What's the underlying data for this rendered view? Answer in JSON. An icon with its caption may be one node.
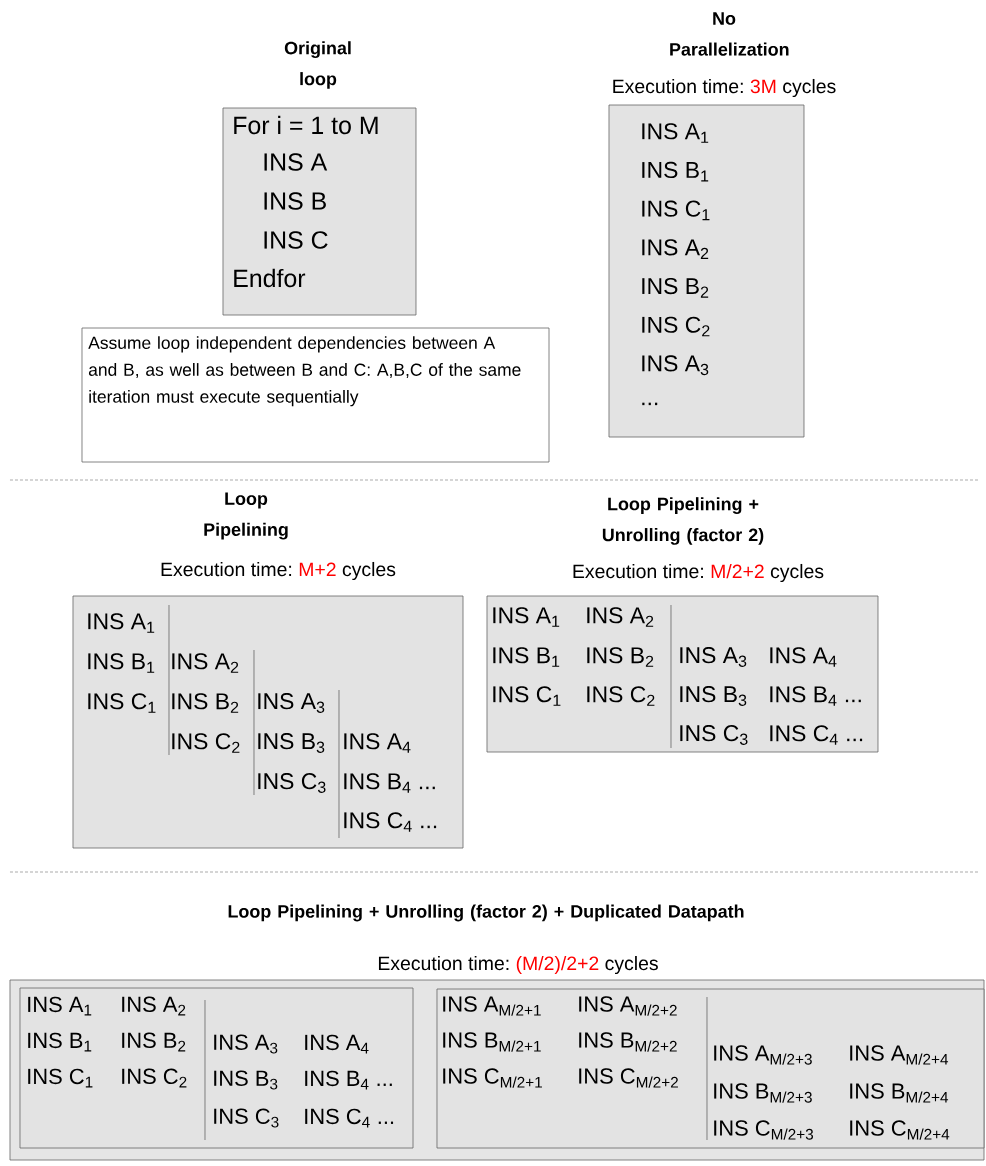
{
  "diagram": {
    "nodes": [
      {
        "text": [
          "Original loop",
          "For i = 1 to M",
          "INS A",
          "INS B",
          "INS C",
          "Endfor"
        ]
      },
      {
        "text": [
          "Assume loop independent dependencies between A and B, as well as between B and C: A,B,C of the same iteration must execute sequentially"
        ]
      },
      {
        "text": [
          "No Parallelization",
          "Execution time:",
          "3M",
          "cycles",
          "INS A$_{1}$",
          "INS B$_{1}$",
          "INS C$_{1}$",
          "INS A$_{2}$",
          "INS B$_{2}$",
          "INS C$_{2}$",
          "INS A$_{3}$",
          "..."
        ]
      },
      {
        "text": [
          "Loop Pipelining",
          "Execution time:",
          "M+2",
          "cycles",
          "INS A$_{1}$",
          "INS B$_{1}$",
          "INS C$_{1}$",
          "INS A$_{2}$",
          "INS B$_{2}$",
          "INS C$_{2}$",
          "INS A$_{3}$",
          "INS B$_{3}$",
          "INS C$_{3}$",
          "INS A$_{4}$",
          "INS B$_{4}$ ...",
          "INS C$_{4}$ ..."
        ]
      },
      {
        "text": [
          "Loop Pipelining + Unrolling (factor 2)",
          "Execution time:",
          "M/2+2",
          "cycles",
          "INS A$_{1}$",
          "INS A$_{2}$",
          "INS B$_{1}$",
          "INS B$_{2}$",
          "INS C$_{1}$",
          "INS C$_{2}$",
          "INS A$_{3}$",
          "INS A$_{4}$",
          "INS B$_{3}$",
          "INS B$_{4}$ ...",
          "INS C$_{3}$",
          "INS C$_{4}$ ..."
        ]
      },
      {
        "text": [
          "Loop Pipelining + Unrolling (factor 2) + Duplicated Datapath",
          "Execution time:",
          "(M/2)/2+2",
          "cycles"
        ]
      },
      {
        "text": [
          "INS A$_{1}$",
          "INS A$_{2}$",
          "INS B$_{1}$",
          "INS B$_{2}$",
          "INS C$_{1}$",
          "INS C$_{2}$",
          "INS A$_{3}$",
          "INS A$_{4}$",
          "INS B$_{3}$",
          "INS B$_{4}$ ...",
          "INS C$_{3}$",
          "INS C$_{4}$ ..."
        ],
        "in": 5
      },
      {
        "text": [
          "INS A$_{M/2+1}$",
          "INS A$_{M/2+2}$",
          "INS B$_{M/2+1}$",
          "INS B$_{M/2+2}$",
          "INS C$_{M/2+1}$",
          "INS C$_{M/2+2}$",
          "INS A$_{M/2+3}$",
          "INS A$_{M/2+4}$",
          "INS B$_{M/2+3}$",
          "INS B$_{M/2+4}$",
          "INS C$_{M/2+3}$",
          "INS C$_{M/2+4}$"
        ],
        "in": 5
      }
    ]
  }
}
